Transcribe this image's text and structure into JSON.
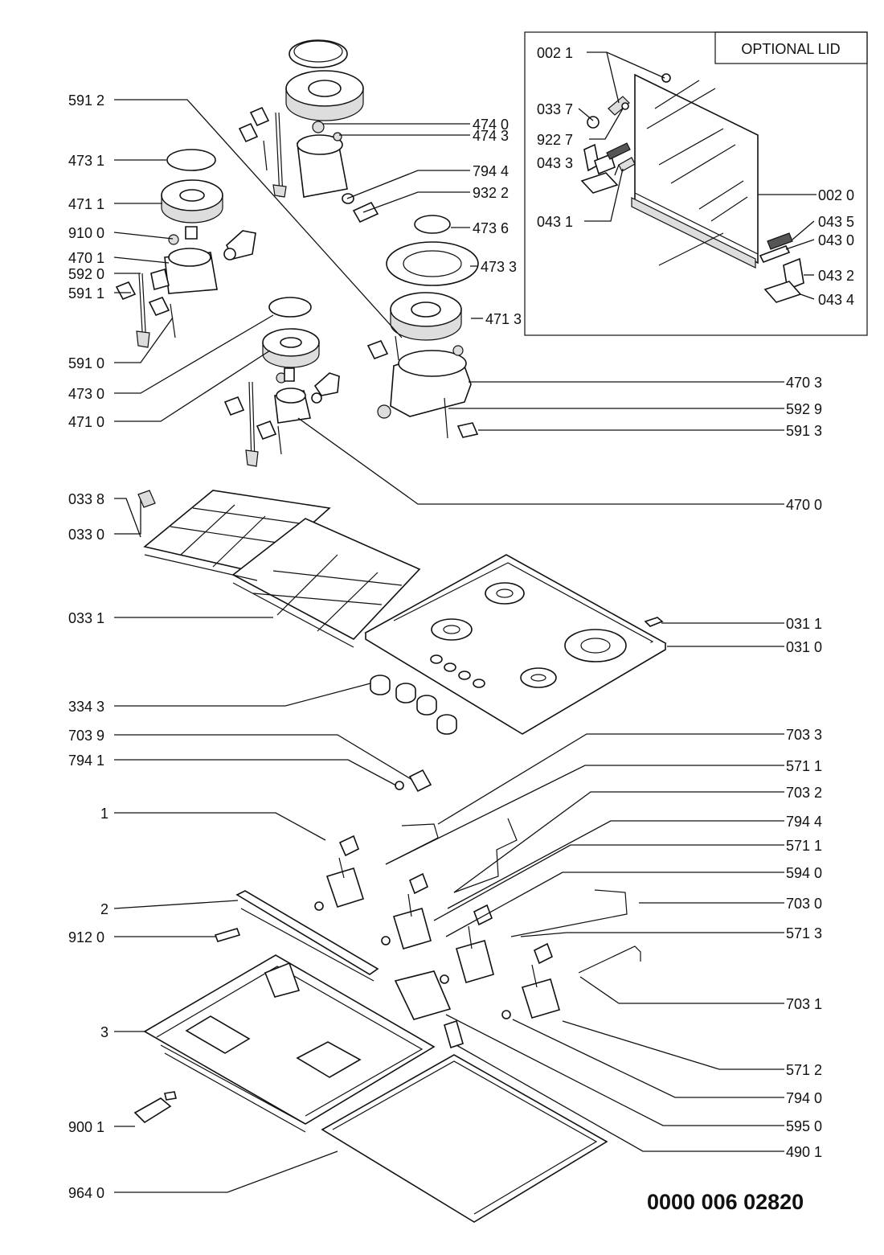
{
  "diagram": {
    "box_title": "OPTIONAL LID",
    "document_number": "0000 006 02820",
    "labels": {
      "l5912": "591 2",
      "l4731": "473 1",
      "l4711": "471 1",
      "l9100": "910 0",
      "l4701": "470 1",
      "l5920": "592 0",
      "l5911": "591 1",
      "l5910": "591 0",
      "l4730": "473 0",
      "l4710": "471 0",
      "l0338": "033 8",
      "l0330": "033 0",
      "l0331": "033 1",
      "l3343": "334 3",
      "l7039": "703 9",
      "l7941": "794 1",
      "l1": "1",
      "l2": "2",
      "l9120": "912 0",
      "l3": "3",
      "l9001": "900 1",
      "l9640": "964 0",
      "l4740": "474 0",
      "l4743": "474 3",
      "l7944a": "794 4",
      "l9322": "932 2",
      "l4736": "473 6",
      "l4733": "473 3",
      "l4713": "471 3",
      "l4703": "470 3",
      "l5929": "592 9",
      "l5913": "591 3",
      "l4700": "470 0",
      "l0311": "031 1",
      "l0310": "031 0",
      "l7033": "703 3",
      "l5711a": "571 1",
      "l7032": "703 2",
      "l7944b": "794 4",
      "l5711b": "571 1",
      "l5940": "594 0",
      "l7030": "703 0",
      "l5713": "571 3",
      "l7031": "703 1",
      "l5712": "571 2",
      "l7940": "794 0",
      "l5950": "595 0",
      "l4901": "490 1",
      "l0021": "002 1",
      "l0337": "033 7",
      "l9227": "922 7",
      "l0433": "043 3",
      "l0431": "043 1",
      "l0020": "002 0",
      "l0435": "043 5",
      "l0430": "043 0",
      "l0432": "043 2",
      "l0434": "043 4"
    }
  }
}
